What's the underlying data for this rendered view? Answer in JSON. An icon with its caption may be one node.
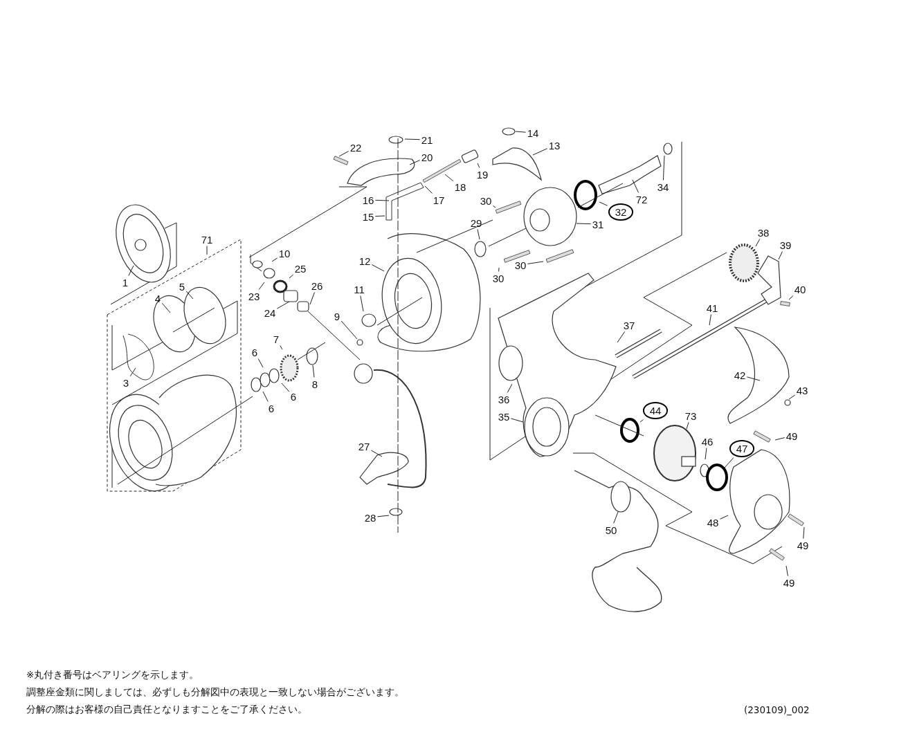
{
  "diagram": {
    "nodes": [
      {
        "text": [
          "1"
        ]
      },
      {
        "text": [
          "3"
        ]
      },
      {
        "text": [
          "4"
        ]
      },
      {
        "text": [
          "5"
        ]
      },
      {
        "text": [
          "6"
        ]
      },
      {
        "text": [
          "6"
        ]
      },
      {
        "text": [
          "6"
        ]
      },
      {
        "text": [
          "7"
        ]
      },
      {
        "text": [
          "8"
        ]
      },
      {
        "text": [
          "9"
        ]
      },
      {
        "text": [
          "10"
        ]
      },
      {
        "text": [
          "11"
        ]
      },
      {
        "text": [
          "12"
        ]
      },
      {
        "text": [
          "13"
        ]
      },
      {
        "text": [
          "14"
        ]
      },
      {
        "text": [
          "15"
        ]
      },
      {
        "text": [
          "16"
        ]
      },
      {
        "text": [
          "17"
        ]
      },
      {
        "text": [
          "18"
        ]
      },
      {
        "text": [
          "19"
        ]
      },
      {
        "text": [
          "20"
        ]
      },
      {
        "text": [
          "21"
        ]
      },
      {
        "text": [
          "22"
        ]
      },
      {
        "text": [
          "23"
        ]
      },
      {
        "text": [
          "24"
        ]
      },
      {
        "text": [
          "25"
        ]
      },
      {
        "text": [
          "26"
        ]
      },
      {
        "text": [
          "27"
        ]
      },
      {
        "text": [
          "28"
        ]
      },
      {
        "text": [
          "29"
        ]
      },
      {
        "text": [
          "30"
        ]
      },
      {
        "text": [
          "30"
        ]
      },
      {
        "text": [
          "30"
        ]
      },
      {
        "text": [
          "31"
        ]
      },
      {
        "text": [
          "32"
        ]
      },
      {
        "text": [
          "34"
        ]
      },
      {
        "text": [
          "35"
        ]
      },
      {
        "text": [
          "36"
        ]
      },
      {
        "text": [
          "37"
        ]
      },
      {
        "text": [
          "38"
        ]
      },
      {
        "text": [
          "39"
        ]
      },
      {
        "text": [
          "40"
        ]
      },
      {
        "text": [
          "41"
        ]
      },
      {
        "text": [
          "42"
        ]
      },
      {
        "text": [
          "43"
        ]
      },
      {
        "text": [
          "44"
        ]
      },
      {
        "text": [
          "46"
        ]
      },
      {
        "text": [
          "47"
        ]
      },
      {
        "text": [
          "48"
        ]
      },
      {
        "text": [
          "49"
        ]
      },
      {
        "text": [
          "49"
        ]
      },
      {
        "text": [
          "49"
        ]
      },
      {
        "text": [
          "50"
        ]
      },
      {
        "text": [
          "71"
        ]
      },
      {
        "text": [
          "72"
        ]
      },
      {
        "text": [
          "73"
        ]
      }
    ],
    "edges": [
      {
        "from": 0,
        "to": null,
        "arrow": "none"
      },
      {
        "from": 1,
        "to": null,
        "arrow": "none"
      },
      {
        "from": 2,
        "to": null,
        "arrow": "none"
      },
      {
        "from": 3,
        "to": null,
        "arrow": "none"
      },
      {
        "from": 4,
        "to": null,
        "arrow": "none"
      },
      {
        "from": 5,
        "to": null,
        "arrow": "none"
      },
      {
        "from": 6,
        "to": null,
        "arrow": "none"
      },
      {
        "from": 7,
        "to": null,
        "arrow": "none"
      },
      {
        "from": 8,
        "to": null,
        "arrow": "none"
      },
      {
        "from": 9,
        "to": null,
        "arrow": "none"
      },
      {
        "from": 10,
        "to": null,
        "arrow": "none"
      },
      {
        "from": 11,
        "to": null,
        "arrow": "none"
      },
      {
        "from": 12,
        "to": null,
        "arrow": "none"
      },
      {
        "from": 13,
        "to": null,
        "arrow": "none"
      },
      {
        "from": 14,
        "to": null,
        "arrow": "none"
      },
      {
        "from": 15,
        "to": null,
        "arrow": "none"
      },
      {
        "from": 16,
        "to": null,
        "arrow": "none"
      },
      {
        "from": 17,
        "to": null,
        "arrow": "none"
      },
      {
        "from": 18,
        "to": null,
        "arrow": "none"
      },
      {
        "from": 19,
        "to": null,
        "arrow": "none"
      },
      {
        "from": 20,
        "to": null,
        "arrow": "none"
      },
      {
        "from": 21,
        "to": null,
        "arrow": "none"
      },
      {
        "from": 22,
        "to": null,
        "arrow": "none"
      },
      {
        "from": 23,
        "to": null,
        "arrow": "none"
      },
      {
        "from": 24,
        "to": null,
        "arrow": "none"
      },
      {
        "from": 25,
        "to": null,
        "arrow": "none"
      },
      {
        "from": 26,
        "to": null,
        "arrow": "none"
      },
      {
        "from": 27,
        "to": null,
        "arrow": "none"
      },
      {
        "from": 28,
        "to": null,
        "arrow": "none"
      },
      {
        "from": 29,
        "to": null,
        "arrow": "none"
      },
      {
        "from": 30,
        "to": null,
        "arrow": "none"
      },
      {
        "from": 31,
        "to": null,
        "arrow": "none"
      },
      {
        "from": 32,
        "to": null,
        "arrow": "none"
      },
      {
        "from": 33,
        "to": null,
        "arrow": "none"
      },
      {
        "from": 34,
        "to": null,
        "arrow": "none"
      },
      {
        "from": 35,
        "to": null,
        "arrow": "none"
      },
      {
        "from": 36,
        "to": null,
        "arrow": "none"
      },
      {
        "from": 37,
        "to": null,
        "arrow": "none"
      },
      {
        "from": 38,
        "to": null,
        "arrow": "none"
      },
      {
        "from": 39,
        "to": null,
        "arrow": "none"
      },
      {
        "from": 40,
        "to": null,
        "arrow": "none"
      },
      {
        "from": 41,
        "to": null,
        "arrow": "none"
      },
      {
        "from": 42,
        "to": null,
        "arrow": "none"
      },
      {
        "from": 43,
        "to": null,
        "arrow": "none"
      },
      {
        "from": 44,
        "to": null,
        "arrow": "none"
      },
      {
        "from": 45,
        "to": null,
        "arrow": "none"
      },
      {
        "from": 46,
        "to": null,
        "arrow": "none"
      },
      {
        "from": 47,
        "to": null,
        "arrow": "none"
      },
      {
        "from": 48,
        "to": null,
        "arrow": "none"
      },
      {
        "from": 49,
        "to": null,
        "arrow": "none"
      },
      {
        "from": 50,
        "to": null,
        "arrow": "none"
      },
      {
        "from": 51,
        "to": null,
        "arrow": "none"
      },
      {
        "from": 52,
        "to": null,
        "arrow": "none"
      },
      {
        "from": 53,
        "to": null,
        "arrow": "none"
      },
      {
        "from": 54,
        "to": null,
        "arrow": "none"
      },
      {
        "from": 55,
        "to": null,
        "arrow": "none"
      }
    ],
    "labels": [
      "※丸付き番号はベアリングを示します。",
      "調整座金類に関しましては、必ずしも分解図中の表現と一致しない場合がございます。",
      "分解の際はお客様の自己責任となりますことをご了承ください。",
      "(230109)_002"
    ]
  }
}
